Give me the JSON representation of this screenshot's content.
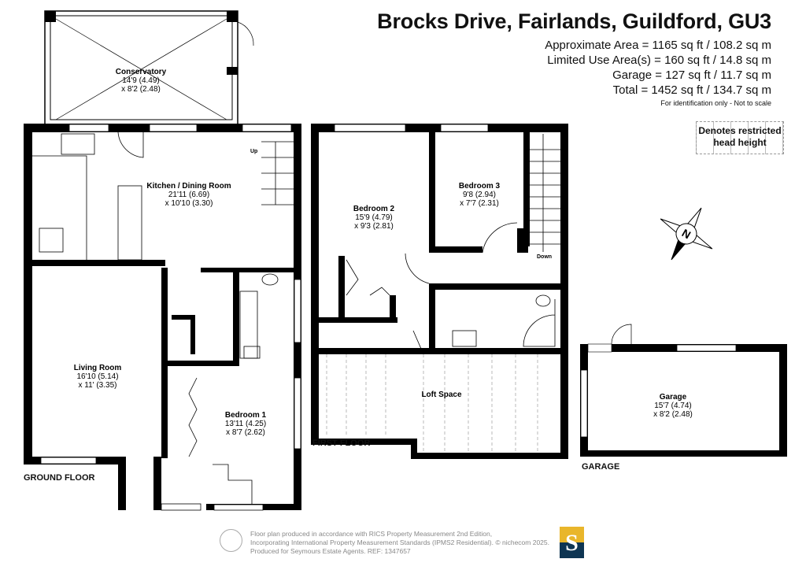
{
  "header": {
    "title": "Brocks Drive, Fairlands, Guildford, GU3",
    "areas": [
      "Approximate Area = 1165 sq ft / 108.2 sq m",
      "Limited Use Area(s) = 160 sq ft / 14.8 sq m",
      "Garage = 127 sq ft / 11.7 sq m",
      "Total = 1452 sq ft / 134.7 sq m"
    ],
    "note": "For identification only - Not to scale"
  },
  "legend": {
    "restricted_l1": "Denotes restricted",
    "restricted_l2": "head height"
  },
  "floors": {
    "ground": "GROUND FLOOR",
    "first": "FIRST FLOOR",
    "garage": "GARAGE"
  },
  "rooms": {
    "conservatory": {
      "name": "Conservatory",
      "d1": "14'9 (4.49)",
      "d2": "x 8'2 (2.48)"
    },
    "kitchen": {
      "name": "Kitchen / Dining Room",
      "d1": "21'11 (6.69)",
      "d2": "x 10'10 (3.30)"
    },
    "living": {
      "name": "Living Room",
      "d1": "16'10 (5.14)",
      "d2": "x 11' (3.35)"
    },
    "bedroom1": {
      "name": "Bedroom 1",
      "d1": "13'11 (4.25)",
      "d2": "x 8'7 (2.62)"
    },
    "bedroom2": {
      "name": "Bedroom 2",
      "d1": "15'9 (4.79)",
      "d2": "x 9'3 (2.81)"
    },
    "bedroom3": {
      "name": "Bedroom 3",
      "d1": "9'8 (2.94)",
      "d2": "x 7'7 (2.31)"
    },
    "loft": {
      "name": "Loft Space"
    },
    "garage": {
      "name": "Garage",
      "d1": "15'7 (4.74)",
      "d2": "x 8'2 (2.48)"
    }
  },
  "stairs": {
    "up": "Up",
    "down": "Down"
  },
  "compass": {
    "label": "N",
    "icon": "compass-icon"
  },
  "footer": {
    "l1": "Floor plan produced in accordance with RICS Property Measurement 2nd Edition,",
    "l2": "Incorporating International Property Measurement Standards (IPMS2 Residential).   © nichecom 2025.",
    "l3": "Produced for Seymours Estate Agents.   REF: 1347657",
    "logo_letter": "S",
    "logo_colors": [
      "#e9b62b",
      "#0e3553"
    ]
  }
}
